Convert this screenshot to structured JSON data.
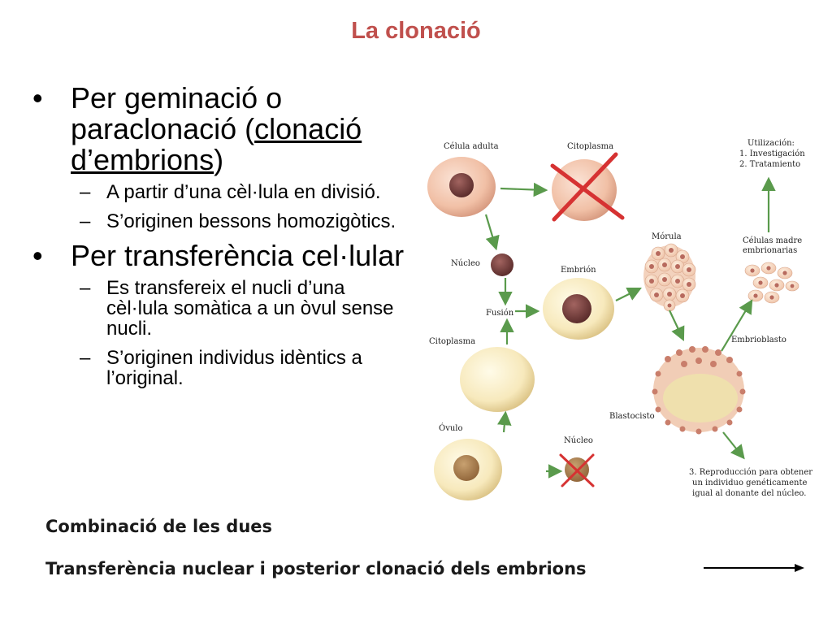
{
  "title": "La clonació",
  "bullets": [
    {
      "text_parts": [
        "Per geminació o paraclonació (",
        "clonació d’embrions",
        ")"
      ],
      "subs": [
        "A partir d’una cèl·lula en divisió.",
        "S’originen bessons homozigòtics."
      ]
    },
    {
      "text": "Per transferència cel·lular",
      "subs": [
        "Es transfereix el nucli d’una cèl·lula somàtica a un òvul sense nucli.",
        "S’originen individus idèntics a l’original."
      ]
    }
  ],
  "footer": {
    "line1": "Combinació de les dues",
    "line2": "Transferència nuclear i posterior clonació dels embrions"
  },
  "diagram": {
    "celula_adulta": "Célula adulta",
    "citoplasma_top": "Citoplasma",
    "utilizacion": [
      "Utilización:",
      "1. Investigación",
      "2. Tratamiento"
    ],
    "morula": "Mórula",
    "celulas_madre": [
      "Células madre",
      "embrionarias"
    ],
    "nucleo_top": "Núcleo",
    "embrion": "Embrión",
    "fusion": "Fusión",
    "citoplasma_mid": "Citoplasma",
    "embrioblasto": "Embrioblasto",
    "blastocisto": "Blastocisto",
    "ovulo": "Óvulo",
    "nucleo_bottom": "Núcleo",
    "reproduccion": [
      "3. Reproducción para obtener",
      "un individuo genéticamente",
      "igual al donante del núcleo."
    ]
  },
  "colors": {
    "title": "#c0504d",
    "arrow_green": "#5a9a4c",
    "cross_red": "#d63232"
  }
}
